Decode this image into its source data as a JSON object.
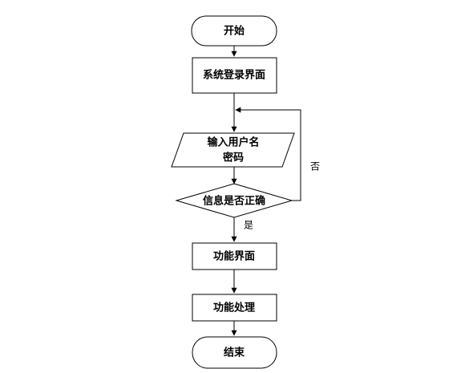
{
  "diagram": {
    "nodes": {
      "start": "开始",
      "login": "系统登录界面",
      "input_line1": "输入用户名",
      "input_line2": "密码",
      "check": "信息是否正确",
      "function_ui": "功能界面",
      "function_process": "功能处理",
      "end": "结束"
    },
    "edges": {
      "yes": "是",
      "no": "否"
    }
  }
}
